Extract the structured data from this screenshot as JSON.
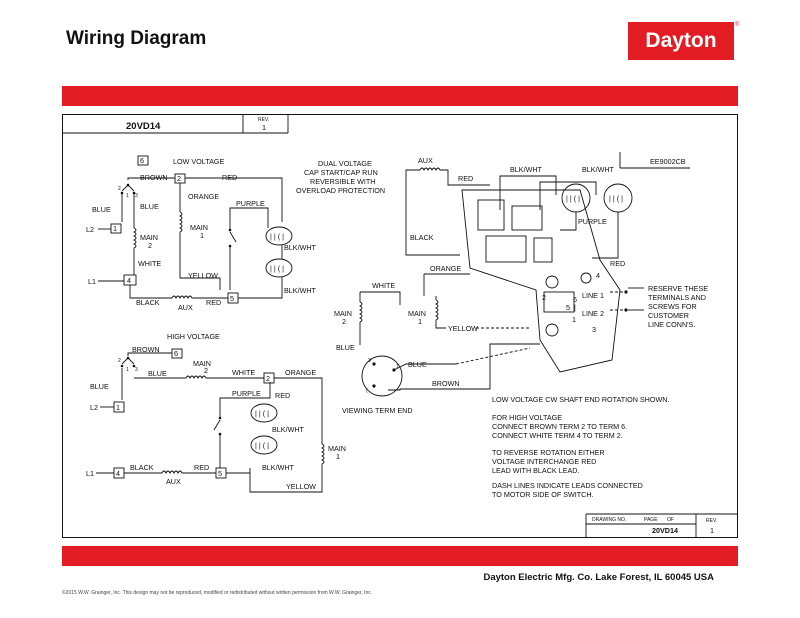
{
  "header": {
    "title": "Wiring Diagram",
    "logo_text": "Dayton",
    "logo_mark": "®"
  },
  "title_block": {
    "model": "20VD14",
    "rev_label": "REV.",
    "rev_value": "1",
    "drawing_no_label": "DRAWING NO.",
    "page_label": "PAGE",
    "of_label": "OF",
    "drawing_no_value": "20VD14",
    "ref_code": "EE9002CB"
  },
  "low_voltage": {
    "heading": "LOW VOLTAGE",
    "term6": "6",
    "term2": "2",
    "term1": "1",
    "term4": "4",
    "term5": "5",
    "brown": "BROWN",
    "red_top": "RED",
    "orange": "ORANGE",
    "blue1": "BLUE",
    "blue2": "BLUE",
    "purple": "PURPLE",
    "main2": "MAIN",
    "main2_num": "2",
    "main1": "MAIN",
    "main1_num": "1",
    "white": "WHITE",
    "yellow": "YELLOW",
    "blkwht1": "BLK/WHT",
    "blkwht2": "BLK/WHT",
    "black": "BLACK",
    "aux": "AUX",
    "red_bottom": "RED",
    "l2": "L2",
    "l1": "L1",
    "sw_labels": [
      "2",
      "1",
      "3"
    ]
  },
  "high_voltage": {
    "heading": "HIGH VOLTAGE",
    "brown": "BROWN",
    "term6": "6",
    "main2": "MAIN",
    "main2_num": "2",
    "white": "WHITE",
    "term2": "2",
    "orange": "ORANGE",
    "blue1": "BLUE",
    "blue2": "BLUE",
    "purple": "PURPLE",
    "red": "RED",
    "blkwht1": "BLK/WHT",
    "blkwht2": "BLK/WHT",
    "main1": "MAIN",
    "main1_num": "1",
    "black": "BLACK",
    "aux": "AUX",
    "red_bottom": "RED",
    "yellow": "YELLOW",
    "term1": "1",
    "term4": "4",
    "term5": "5",
    "l2": "L2",
    "l1": "L1",
    "sw_labels": [
      "2",
      "1",
      "3"
    ]
  },
  "center": {
    "desc1": "DUAL VOLTAGE",
    "desc2": "CAP START/CAP RUN",
    "desc3": "REVERSIBLE WITH",
    "desc4": "OVERLOAD PROTECTION",
    "aux": "AUX",
    "red": "RED",
    "blkwht1": "BLK/WHT",
    "blkwht2": "BLK/WHT",
    "purple": "PURPLE",
    "black": "BLACK",
    "orange": "ORANGE",
    "red2": "RED",
    "white": "WHITE",
    "main2": "MAIN",
    "main2_num": "2",
    "main1": "MAIN",
    "main1_num": "1",
    "yellow": "YELLOW",
    "blue1": "BLUE",
    "blue2": "BLUE",
    "brown": "BROWN",
    "viewing": "VIEWING TERM END",
    "line1": "LINE 1",
    "line2": "LINE 2",
    "t6": "6",
    "t3": "3",
    "t1": "1",
    "t5": "5",
    "t4": "4",
    "t2": "2",
    "tb3": "3",
    "tb4": "4",
    "tb5": "5",
    "tb2": "2",
    "tb1": "1",
    "reserve": [
      "RESERVE THESE",
      "TERMINALS AND",
      "SCREWS FOR",
      "CUSTOMER",
      "LINE CONN'S."
    ]
  },
  "notes": [
    "LOW VOLTAGE CW SHAFT END ROTATION SHOWN.",
    "FOR HIGH VOLTAGE",
    "CONNECT BROWN TERM 2 TO TERM 6.",
    "CONNECT WHITE TERM 4 TO TERM 2.",
    "TO REVERSE ROTATION EITHER",
    "VOLTAGE INTERCHANGE RED",
    "LEAD WITH BLACK LEAD.",
    "DASH LINES INDICATE LEADS CONNECTED",
    "TO MOTOR SIDE OF SWITCH."
  ],
  "footer": {
    "company": "Dayton Electric Mfg. Co.  Lake Forest, IL  60045  USA",
    "copyright": "©2015 W.W. Grainger, Inc.   This design may not be reproduced, modified or redistributed without written permission from W.W. Grainger, Inc."
  },
  "colors": {
    "brand_red": "#e31b23"
  }
}
